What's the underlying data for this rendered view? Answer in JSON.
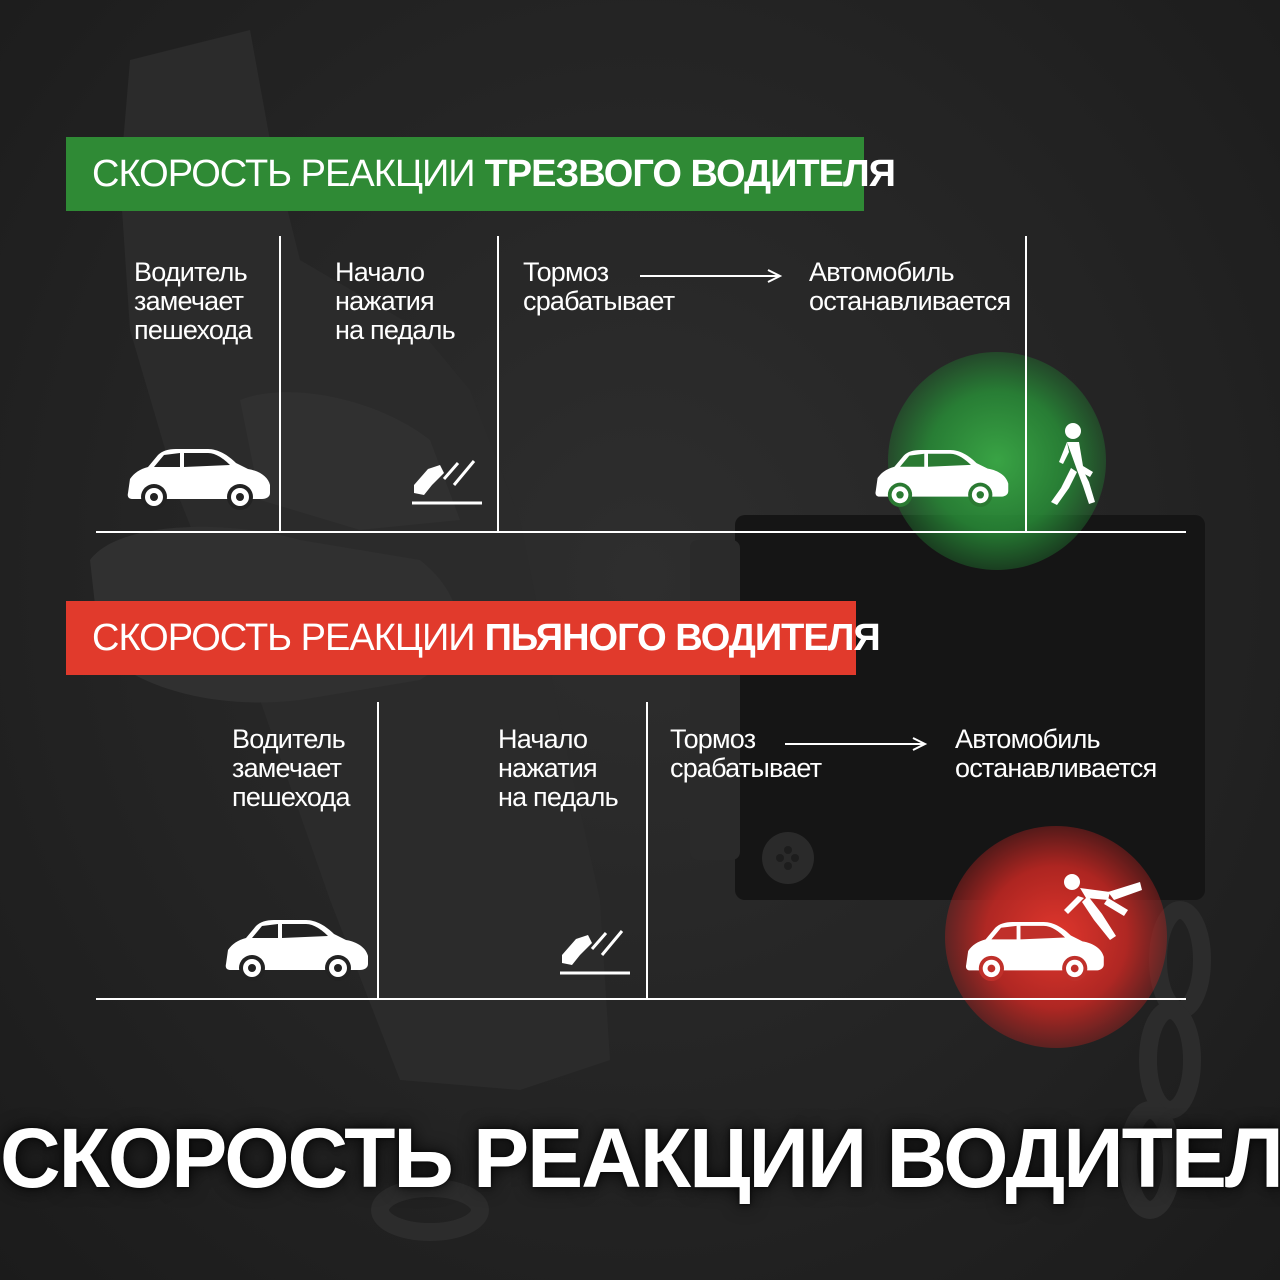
{
  "sober": {
    "banner_normal": "СКОРОСТЬ РЕАКЦИИ",
    "banner_bold": "ТРЕЗВОГО ВОДИТЕЛЯ",
    "step1": [
      "Водитель",
      "замечает",
      "пешехода"
    ],
    "step2": [
      "Начало",
      "нажатия",
      "на педаль"
    ],
    "step3": [
      "Тормоз",
      "срабатывает"
    ],
    "step4": [
      "Автомобиль",
      "останавливается"
    ]
  },
  "drunk": {
    "banner_normal": "СКОРОСТЬ РЕАКЦИИ",
    "banner_bold": "ПЬЯНОГО ВОДИТЕЛЯ",
    "step1": [
      "Водитель",
      "замечает",
      "пешехода"
    ],
    "step2": [
      "Начало",
      "нажатия",
      "на педаль"
    ],
    "step3": [
      "Тормоз",
      "срабатывает"
    ],
    "step4": [
      "Автомобиль",
      "останавливается"
    ]
  },
  "title": "СКОРОСТЬ РЕАКЦИИ ВОДИТЕЛЕЙ",
  "colors": {
    "sober": "#2f8a35",
    "drunk": "#e13a2c",
    "background": "#242424"
  },
  "icons": [
    "car-icon",
    "pedal-icon",
    "pedestrian-walking-icon",
    "pedestrian-hit-icon"
  ]
}
